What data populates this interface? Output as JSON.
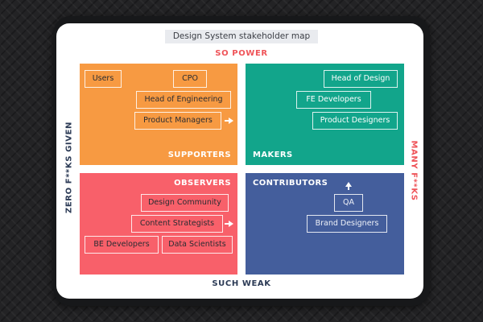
{
  "title": "Design System stakeholder map",
  "axes": {
    "top": "SO POWER",
    "bottom": "SUCH WEAK",
    "left": "ZERO F**KS GIVEN",
    "right": "MANY F**KS"
  },
  "quadrants": {
    "supporters": {
      "label": "SUPPORTERS",
      "items": [
        "Users",
        "CPO",
        "Head of Engineering",
        "Product Managers"
      ]
    },
    "makers": {
      "label": "MAKERS",
      "items": [
        "Head of Design",
        "FE Developers",
        "Product Designers"
      ]
    },
    "observers": {
      "label": "OBSERVERS",
      "items": [
        "Design Community",
        "Content Strategists",
        "BE Developers",
        "Data Scientists"
      ]
    },
    "contributors": {
      "label": "CONTRIBUTORS",
      "items": [
        "QA",
        "Brand Designers"
      ]
    }
  },
  "colors": {
    "supporters": "#f79a42",
    "makers": "#12a58b",
    "observers": "#f8606a",
    "contributors": "#445e9c",
    "accent_red": "#ef5459",
    "navy": "#2b3a55"
  }
}
